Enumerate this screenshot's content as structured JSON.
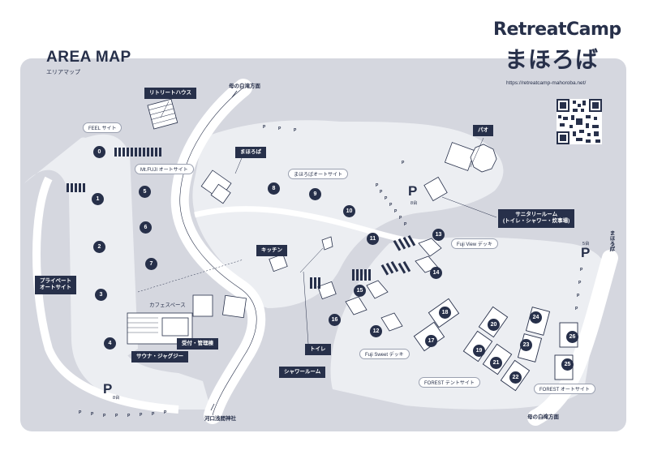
{
  "header": {
    "title": "AREA MAP",
    "subtitle": "エリアマップ"
  },
  "brand": {
    "name_en": "RetreatCamp",
    "name_jp": "まほろば",
    "url": "https://retreatcamp-mahoroba.net/"
  },
  "qr_icon": "qr-code",
  "roads": {
    "to_shirataki_top": "母の白滝方面",
    "to_shrine": "河口浅間神社",
    "to_shirataki_bottom": "母の白滝方面",
    "right_road": "まほろば"
  },
  "buildings": {
    "retreat_house": "リトリートハウス",
    "mahoroba": "まほろば",
    "pao": "パオ",
    "sanitary_room_line1": "サニタリールーム",
    "sanitary_room_line2": "(トイレ・シャワー・炊事場)",
    "kitchen": "キッチン",
    "toilet": "トイレ",
    "shower_room": "シャワールーム",
    "private_autosite_line1": "プライベート",
    "private_autosite_line2": "オートサイト",
    "sauna": "サウナ・ジャグジー",
    "reception": "受付・管理棟",
    "cafe_space": "カフェスペース"
  },
  "areas": {
    "feel_site": "FEEL サイト",
    "mtfuji_autosite": "Mt.FUJI オートサイト",
    "mahoroba_autosite": "まほろばオートサイト",
    "fuji_view_deck": "Fuji View デッキ",
    "fuji_sweet_deck": "Fuji Sweet デッキ",
    "forest_tentsite": "FOREST テントサイト",
    "forest_autosite": "FOREST オートサイト"
  },
  "parking": [
    {
      "label": "P",
      "capacity": "8台"
    },
    {
      "label": "P",
      "capacity": "8台"
    },
    {
      "label": "P",
      "capacity": "5台"
    }
  ],
  "parking_small_label": "P",
  "sites": [
    "0",
    "1",
    "2",
    "3",
    "4",
    "5",
    "6",
    "7",
    "8",
    "9",
    "10",
    "11",
    "12",
    "13",
    "14",
    "15",
    "16",
    "17",
    "18",
    "19",
    "20",
    "21",
    "22",
    "23",
    "24",
    "25",
    "26"
  ],
  "colors": {
    "ink": "#27304a",
    "map_bg": "#d5d7df",
    "road": "#ffffff",
    "ground": "#eceef2"
  }
}
